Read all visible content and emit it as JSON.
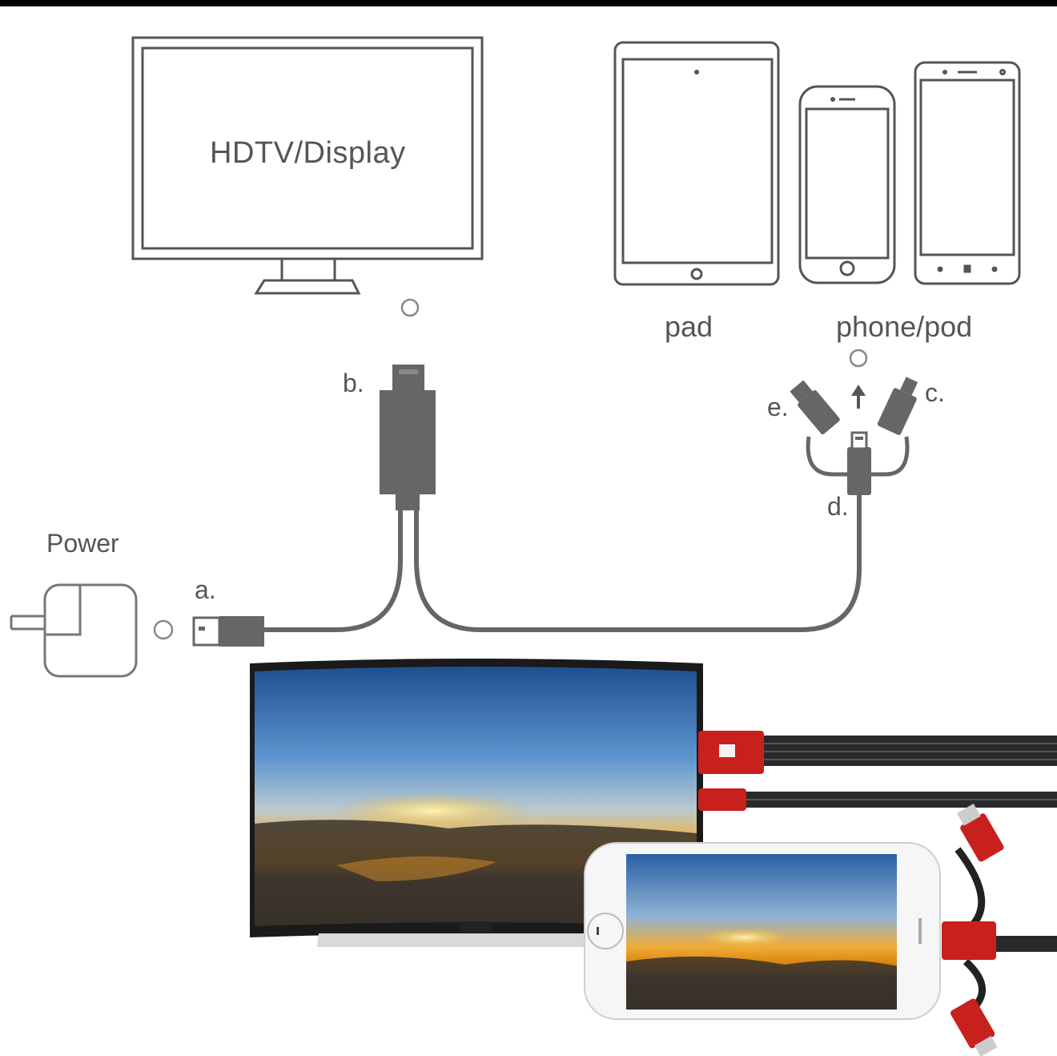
{
  "labels": {
    "display": "HDTV/Display",
    "pad": "pad",
    "phone": "phone/pod",
    "power": "Power",
    "a": "a.",
    "b": "b.",
    "c": "c.",
    "d": "d.",
    "e": "e."
  },
  "colors": {
    "line": "#555555",
    "cable": "#666666",
    "accent_red": "#d42020",
    "sky_top": "#2f6fb3",
    "sunset": "#f2a21a"
  },
  "icons": [
    "hdtv-icon",
    "tablet-icon",
    "iphone-icon",
    "android-phone-icon",
    "power-adapter-icon",
    "hdmi-plug-icon",
    "usb-plug-icon",
    "multi-connector-icon"
  ]
}
